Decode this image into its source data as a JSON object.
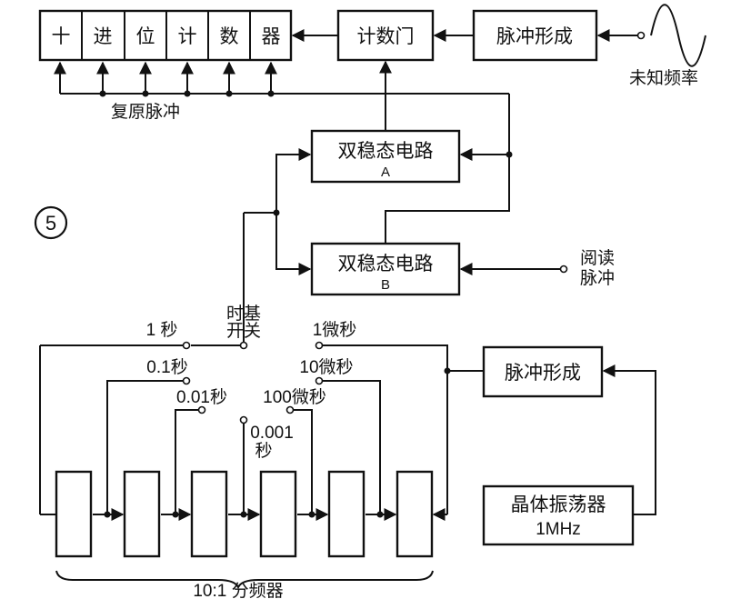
{
  "figure_number": "5",
  "counter": {
    "cells": [
      "十",
      "进",
      "位",
      "计",
      "数",
      "器"
    ]
  },
  "count_gate": "计数门",
  "pulse_shaper_top": "脉冲形成",
  "unknown_frequency": "未知频率",
  "reset_pulse": "复原脉冲",
  "flipflop_a": {
    "title": "双稳态电路",
    "tag": "A"
  },
  "flipflop_b": {
    "title": "双稳态电路",
    "tag": "B"
  },
  "readout_pulse": {
    "line1": "阅读",
    "line2": "脉冲"
  },
  "timebase_switch": {
    "line1": "时基",
    "line2": "开关"
  },
  "switch_positions": {
    "s1": "1 秒",
    "s01": "0.1秒",
    "s001": "0.01秒",
    "s0001_a": "0.001",
    "s0001_b": "秒",
    "us1": "1微秒",
    "us10": "10微秒",
    "us100": "100微秒"
  },
  "pulse_shaper_bottom": "脉冲形成",
  "crystal": {
    "line1": "晶体振荡器",
    "line2": "1MHz"
  },
  "divider_caption": "10:1 分频器"
}
